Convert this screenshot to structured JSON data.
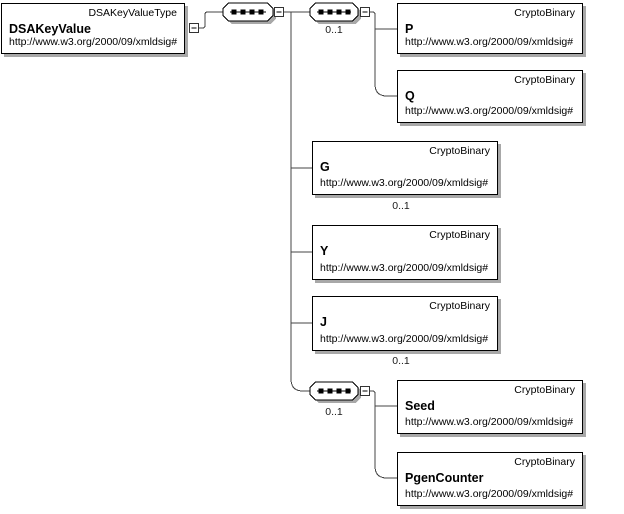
{
  "nodes": {
    "root": {
      "type": "DSAKeyValueType",
      "name": "DSAKeyValue",
      "ns": "http://www.w3.org/2000/09/xmldsig#"
    },
    "P": {
      "type": "CryptoBinary",
      "name": "P",
      "ns": "http://www.w3.org/2000/09/xmldsig#"
    },
    "Q": {
      "type": "CryptoBinary",
      "name": "Q",
      "ns": "http://www.w3.org/2000/09/xmldsig#"
    },
    "G": {
      "type": "CryptoBinary",
      "name": "G",
      "ns": "http://www.w3.org/2000/09/xmldsig#"
    },
    "Y": {
      "type": "CryptoBinary",
      "name": "Y",
      "ns": "http://www.w3.org/2000/09/xmldsig#"
    },
    "J": {
      "type": "CryptoBinary",
      "name": "J",
      "ns": "http://www.w3.org/2000/09/xmldsig#"
    },
    "Seed": {
      "type": "CryptoBinary",
      "name": "Seed",
      "ns": "http://www.w3.org/2000/09/xmldsig#"
    },
    "PgenCounter": {
      "type": "CryptoBinary",
      "name": "PgenCounter",
      "ns": "http://www.w3.org/2000/09/xmldsig#"
    }
  },
  "occurrences": {
    "pq_sequence": "0..1",
    "G": "0..1",
    "J": "0..1",
    "seed_sequence": "0..1"
  },
  "icons": {
    "sequence": "sequence-dots-icon",
    "collapse": "collapse-minus-icon"
  },
  "colors": {
    "background": "#ffffff",
    "box_fill": "#ffffff",
    "box_border": "#000000",
    "shadow": "#a8a8a8",
    "connector_line": "#444444",
    "text": "#000000"
  }
}
